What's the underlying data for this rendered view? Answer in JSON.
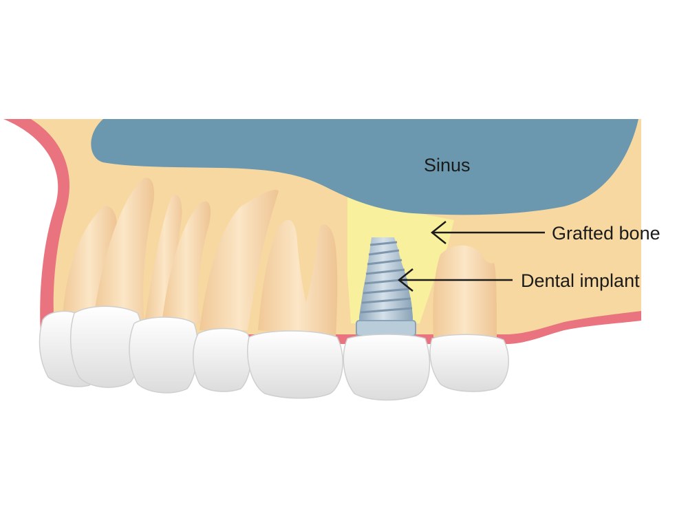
{
  "labels": {
    "sinus": "Sinus",
    "grafted_bone": "Grafted bone",
    "dental_implant": "Dental implant"
  },
  "colors": {
    "background": "#ffffff",
    "bone": "#f6d8a0",
    "gum": "#e9737f",
    "sinus": "#6b98ae",
    "graft": "#f9f09d",
    "root": "#f3cfa3",
    "root_highlight": "#fbe7c8",
    "tooth_crown": "#f2f2f2",
    "implant": "#a9bfd1",
    "arrow": "#1b1b1b"
  }
}
